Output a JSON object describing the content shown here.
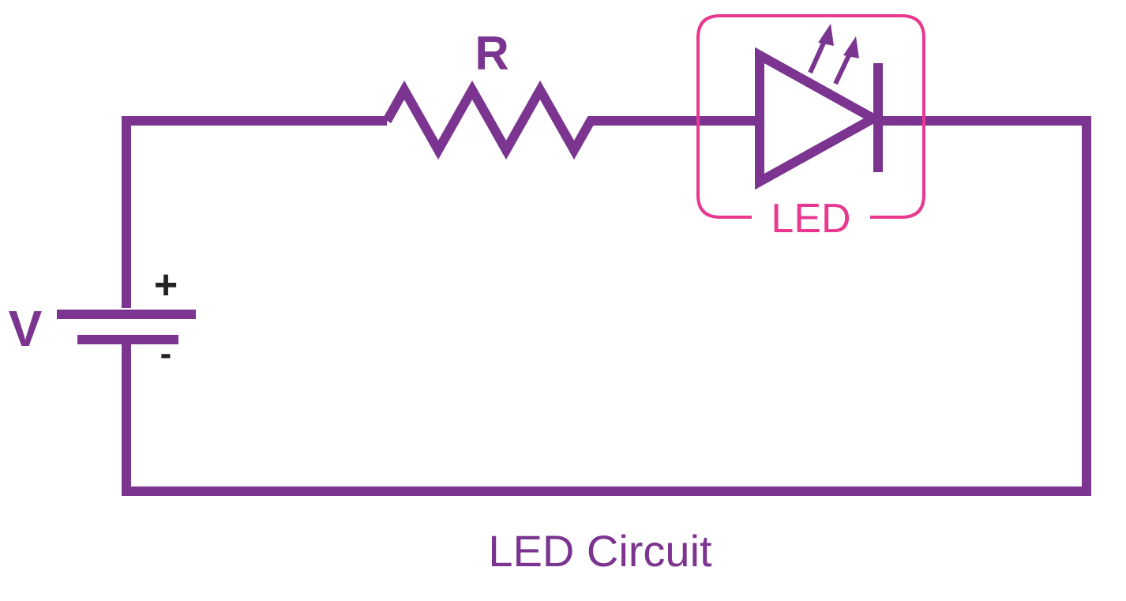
{
  "diagram": {
    "caption": "LED Circuit",
    "colors": {
      "wire": "#7b3590",
      "highlight": "#e8388f",
      "polarity": "#222222"
    },
    "components": {
      "resistor": {
        "label": "R"
      },
      "led": {
        "label": "LED"
      },
      "battery": {
        "label": "V",
        "positive": "+",
        "negative": "-"
      }
    }
  }
}
